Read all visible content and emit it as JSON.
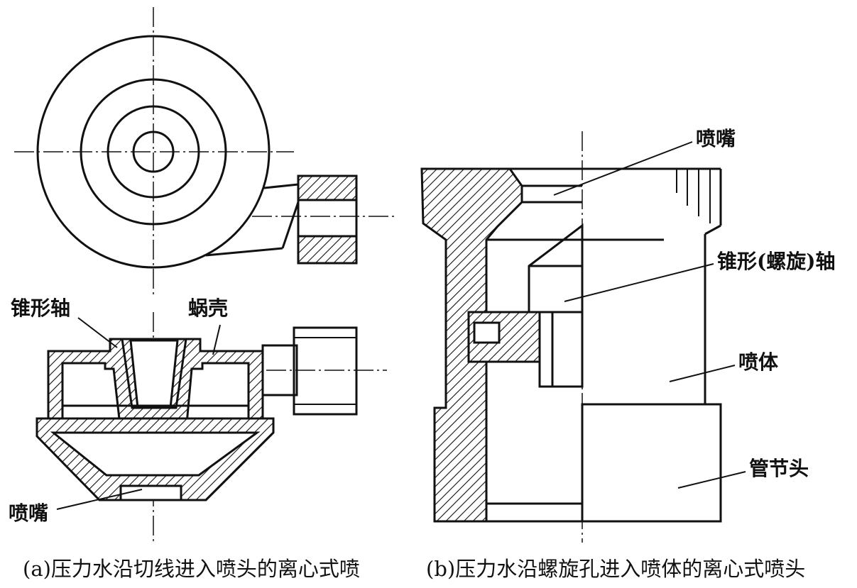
{
  "figure_a": {
    "labels": {
      "cone_shaft": "锥形轴",
      "volute": "蜗壳",
      "nozzle": "喷嘴"
    },
    "caption": "(a)压力水沿切线进入喷头的离心式喷"
  },
  "figure_b": {
    "labels": {
      "nozzle": "喷嘴",
      "cone_spiral_shaft": "锥形(螺旋)轴",
      "spray_body": "喷体",
      "pipe_joint": "管节头"
    },
    "caption": "(b)压力水沿螺旋孔进入喷体的离心式喷头"
  }
}
